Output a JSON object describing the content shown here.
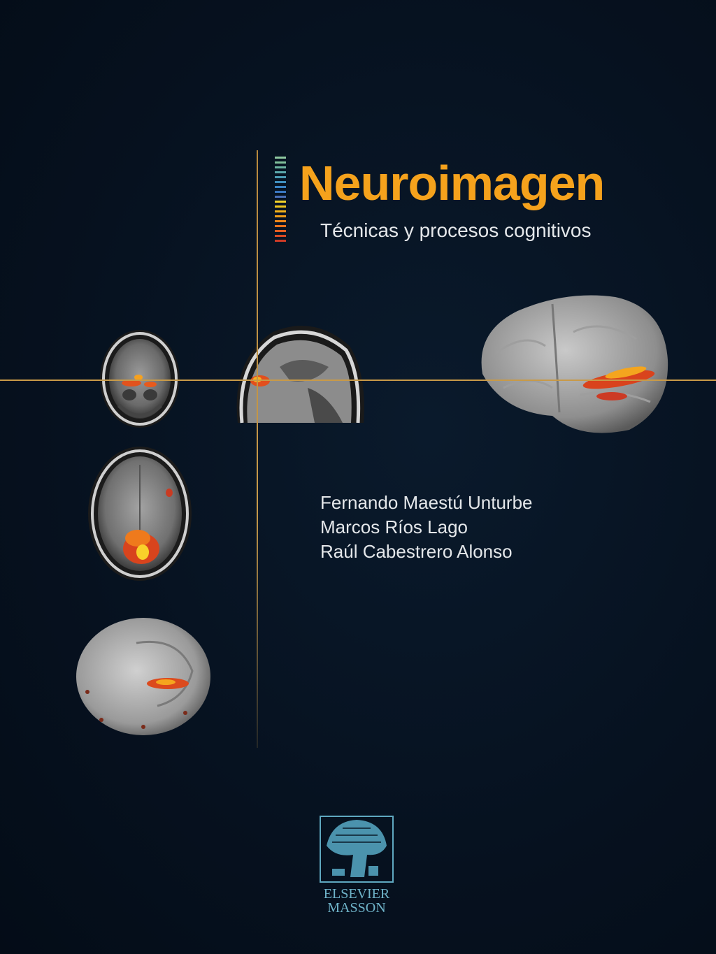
{
  "cover": {
    "title": "Neuroimagen",
    "subtitle": "Técnicas y procesos cognitivos",
    "authors": [
      "Fernando Maestú Unturbe",
      "Marcos Ríos Lago",
      "Raúl Cabestrero Alonso"
    ],
    "publisher": {
      "line1": "ELSEVIER",
      "line2": "MASSON"
    },
    "colors": {
      "title": "#f5a21c",
      "background": "#06111f",
      "crosshair": "#c89a48",
      "publisher": "#6fb3c9"
    },
    "colorbar": [
      "#8fc8a0",
      "#7fbf9a",
      "#6bb3a0",
      "#5aa7aa",
      "#4b9bb4",
      "#3f8fbe",
      "#3a83c4",
      "#3a78c2",
      "#4a70b8",
      "#f2d22a",
      "#f2c61e",
      "#f3b11a",
      "#f19c18",
      "#ee8619",
      "#e9711c",
      "#e35d20",
      "#d84a24",
      "#cc3a26"
    ]
  }
}
